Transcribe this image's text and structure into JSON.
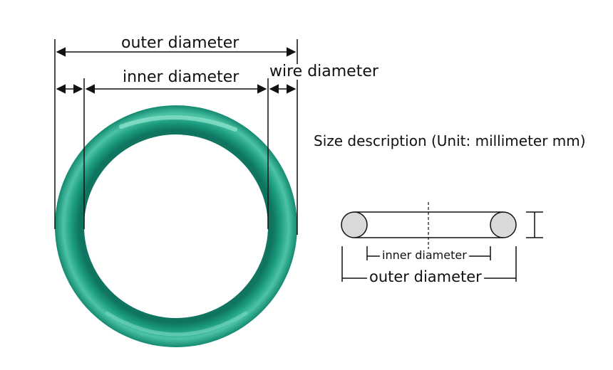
{
  "labels": {
    "outer_diameter": "outer diameter",
    "inner_diameter": "inner diameter",
    "wire_diameter": "wire diameter",
    "size_description": "Size description (Unit: millimeter mm)"
  },
  "schematic": {
    "inner_diameter": "inner diameter",
    "outer_diameter": "outer diameter"
  },
  "colors": {
    "ring": "#1a9a7e",
    "ring_dark": "#0f7560",
    "ring_highlight": "#6fd3bb",
    "cross_section": "#d9d9d9",
    "line": "#111111"
  }
}
